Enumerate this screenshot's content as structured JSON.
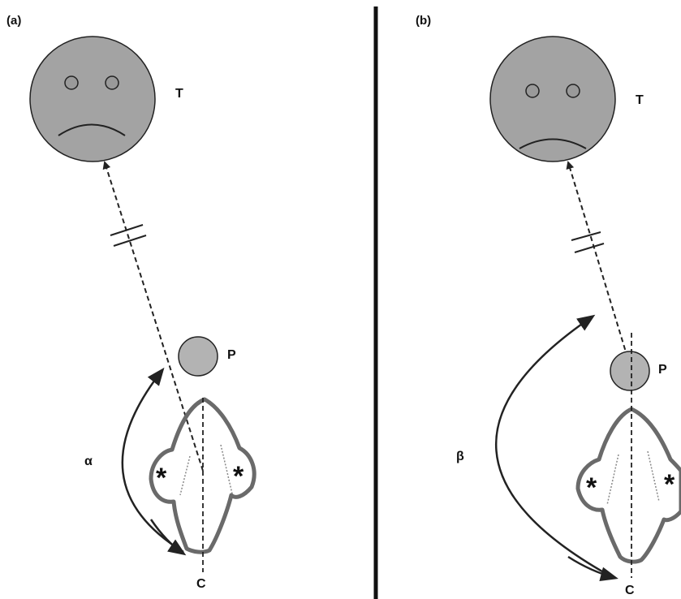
{
  "panels": [
    {
      "panel_label": "(a)",
      "target_label": "T",
      "predator_label": "P",
      "center_label": "C",
      "angle_label": "α",
      "marker_left": "*",
      "marker_right": "*"
    },
    {
      "panel_label": "(b)",
      "target_label": "T",
      "predator_label": "P",
      "center_label": "C",
      "angle_label": "β",
      "marker_left": "*",
      "marker_right": "*"
    }
  ],
  "colors": {
    "face_fill": "#a3a3a3",
    "predator_fill": "#b3b3b3",
    "outline": "#222222",
    "body_outline": "#6a6a6a",
    "divider": "#111111"
  }
}
